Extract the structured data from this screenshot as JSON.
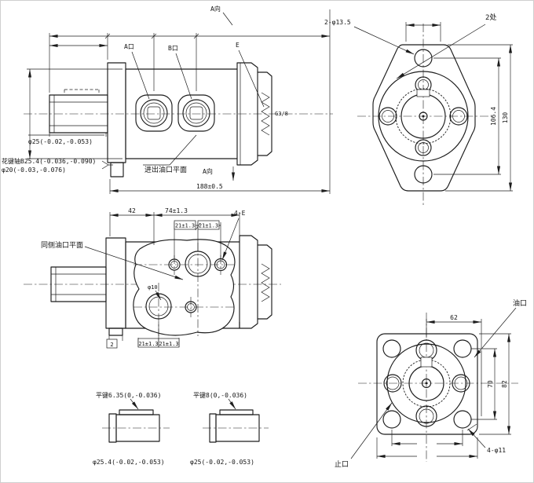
{
  "colors": {
    "background": "#ffffff",
    "line": "#1c1c1c"
  },
  "side_view_top": {
    "view_label_top": "A向",
    "port_a_label": "A口",
    "port_b_label": "B口",
    "rear_port_label": "E",
    "rear_thread_label": "G3/8",
    "shaft_dia_note": "φ25(-0.02,-0.053)",
    "spline_note_line1": "花键轴B25.4(-0.036,-0.090)",
    "spline_note_line2": "φ20(-0.03,-0.076)",
    "port_plane_note": "进出油口平面",
    "view_a_label": "A向",
    "overall_dim": "188±0.5"
  },
  "flange_view_top": {
    "bolt_hole_note": "2-φ13.5",
    "places_note": "2处",
    "dim_bolt_spacing": "106.4",
    "dim_height": "130"
  },
  "side_view_mid": {
    "port_plane_note": "同侧油口平面",
    "dim_42": "42",
    "dim_74": "74±1.3",
    "dim_21_top_left": "21±1.3",
    "dim_21_top_right": "21±1.3",
    "thread_note": "4-E",
    "hole_note": "φ10",
    "dim_2": "2",
    "dim_21_bot_left": "21±1.3",
    "dim_21_bot_right": "21±1.3"
  },
  "flange_view_bottom": {
    "dim_62": "62",
    "dim_70": "70",
    "dim_82": "82",
    "bolt_hole_note": "4-φ11",
    "port_note": "油口",
    "pilot_note": "止口"
  },
  "shaft_detail_left": {
    "key_note": "平键6.35(0,-0.036)",
    "dia_note": "φ25.4(-0.02,-0.053)"
  },
  "shaft_detail_right": {
    "key_note": "平键8(0,-0.036)",
    "dia_note": "φ25(-0.02,-0.053)"
  }
}
